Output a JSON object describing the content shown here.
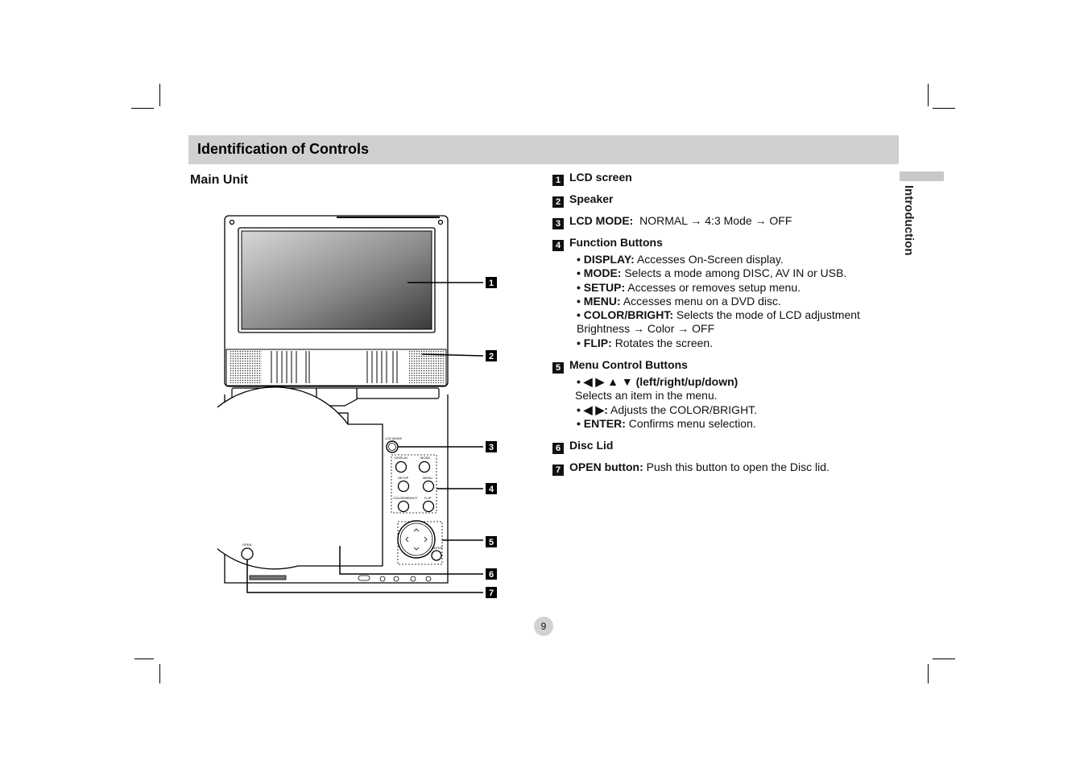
{
  "header": {
    "title": "Identification of Controls"
  },
  "subtitle": "Main Unit",
  "side_tab": "Introduction",
  "callouts": [
    "1",
    "2",
    "3",
    "4",
    "5",
    "6",
    "7"
  ],
  "diagram_labels": {
    "lcd_mode": "LCD MODE",
    "display": "DISPLAY",
    "mode": "MODE",
    "setup": "SETUP",
    "menu": "MENU",
    "color_bright": "COLOR/BRIGHT",
    "flip": "FLIP",
    "enter": "ENTER",
    "open": "OPEN"
  },
  "items": [
    {
      "num": "1",
      "title": "LCD screen"
    },
    {
      "num": "2",
      "title": "Speaker"
    },
    {
      "num": "3",
      "title": "LCD MODE:",
      "text": "NORMAL → 4:3 Mode → OFF"
    },
    {
      "num": "4",
      "title": "Function Buttons"
    },
    {
      "num": "5",
      "title": "Menu Control Buttons"
    },
    {
      "num": "6",
      "title": "Disc Lid"
    },
    {
      "num": "7",
      "title": "OPEN button:",
      "text": "Push this button to open the Disc lid."
    }
  ],
  "function_buttons": [
    {
      "bold": "• DISPLAY:",
      "text": "Accesses On-Screen display."
    },
    {
      "bold": "• MODE:",
      "text": "Selects a mode among DISC, AV IN or USB."
    },
    {
      "bold": "• SETUP:",
      "text": "Accesses or removes setup menu."
    },
    {
      "bold": "• MENU:",
      "text": "Accesses menu on a DVD disc."
    },
    {
      "bold": "• COLOR/BRIGHT:",
      "text": "Selects the mode of LCD adjustment"
    },
    {
      "bold": "",
      "text": "Brightness → Color → OFF"
    },
    {
      "bold": "• FLIP:",
      "text": "Rotates the screen."
    }
  ],
  "menu_buttons": [
    {
      "bold": "• ◀ ▶ ▲ ▼ (left/right/up/down)",
      "text": ""
    },
    {
      "bold": "",
      "text": "Selects an item in the menu."
    },
    {
      "bold": "• ◀ ▶:",
      "text": "Adjusts the COLOR/BRIGHT."
    },
    {
      "bold": "• ENTER:",
      "text": "Confirms menu selection."
    }
  ],
  "page_number": "9"
}
